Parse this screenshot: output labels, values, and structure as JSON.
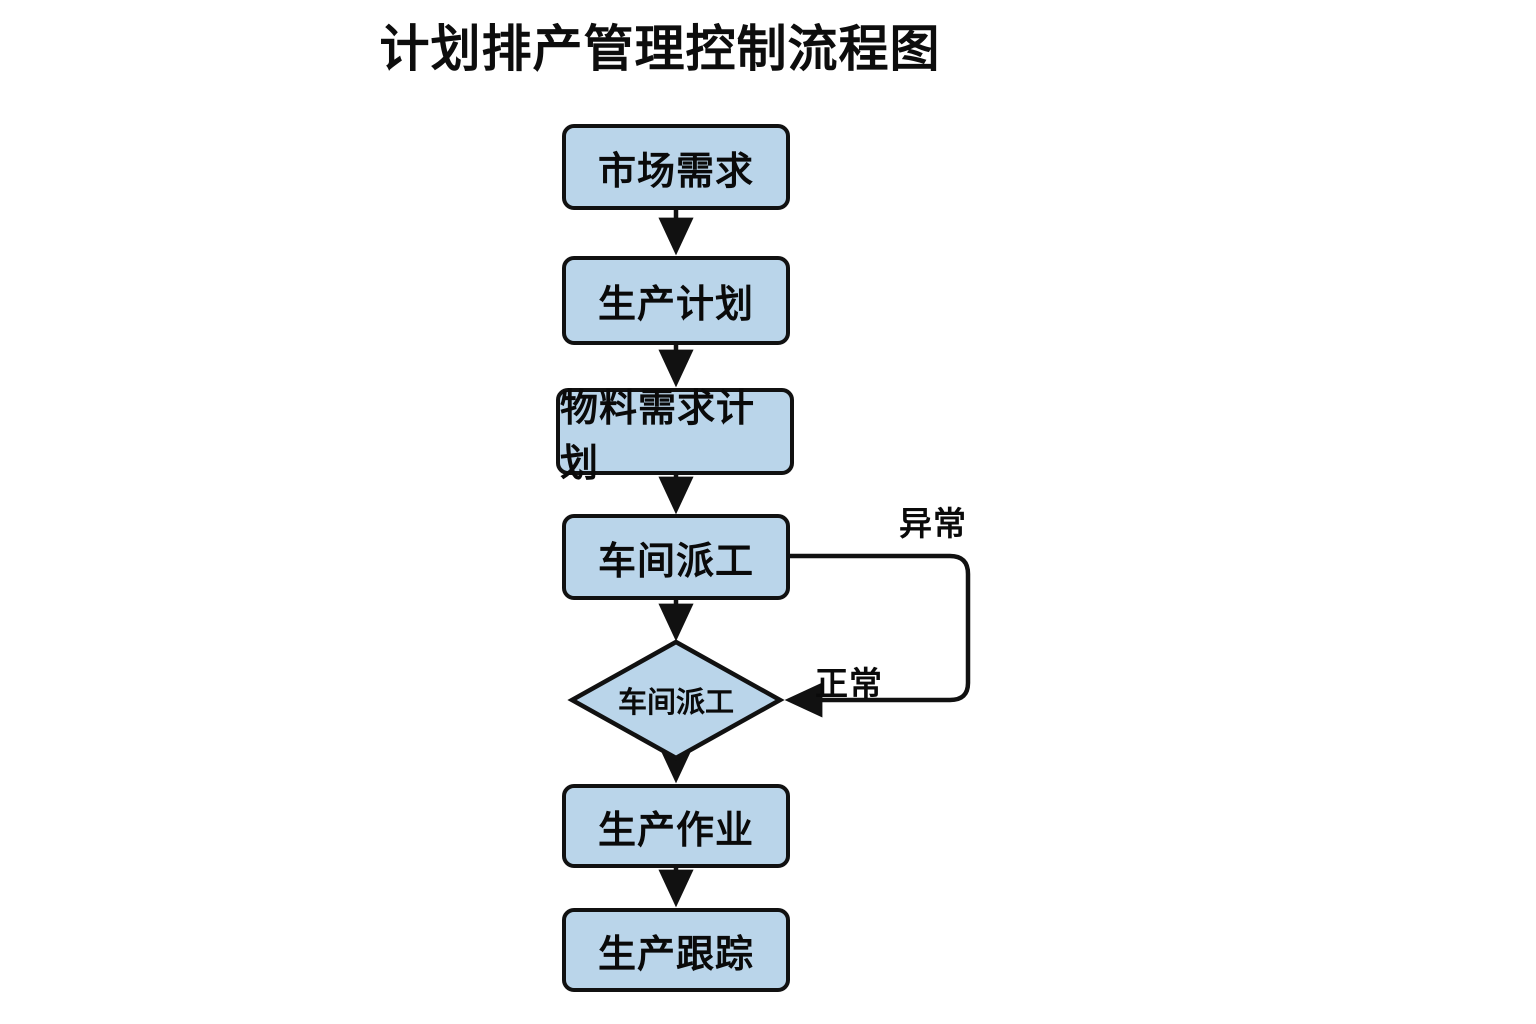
{
  "title": "计划排产管理控制流程图",
  "colors": {
    "node_fill": "#bad5ea",
    "node_stroke": "#111111",
    "text": "#0a0a0a",
    "background": "#ffffff"
  },
  "nodes": [
    {
      "id": "market-demand",
      "label": "市场需求",
      "shape": "process"
    },
    {
      "id": "production-plan",
      "label": "生产计划",
      "shape": "process"
    },
    {
      "id": "material-plan",
      "label": "物料需求计划",
      "shape": "process"
    },
    {
      "id": "workshop-dispatch",
      "label": "车间派工",
      "shape": "process"
    },
    {
      "id": "check-decision",
      "label": "车间派工",
      "shape": "decision"
    },
    {
      "id": "production-work",
      "label": "生产作业",
      "shape": "process"
    },
    {
      "id": "production-track",
      "label": "生产跟踪",
      "shape": "process"
    }
  ],
  "edges": [
    {
      "id": "e1",
      "from": "market-demand",
      "to": "production-plan",
      "label": ""
    },
    {
      "id": "e2",
      "from": "production-plan",
      "to": "material-plan",
      "label": ""
    },
    {
      "id": "e3",
      "from": "material-plan",
      "to": "workshop-dispatch",
      "label": ""
    },
    {
      "id": "e4",
      "from": "workshop-dispatch",
      "to": "check-decision",
      "label": ""
    },
    {
      "id": "e5",
      "from": "workshop-dispatch",
      "to": "check-decision",
      "label": "异常"
    },
    {
      "id": "e6",
      "from": "check-decision",
      "to": "workshop-dispatch",
      "label": "正常"
    },
    {
      "id": "e7",
      "from": "check-decision",
      "to": "production-work",
      "label": ""
    },
    {
      "id": "e8",
      "from": "production-work",
      "to": "production-track",
      "label": ""
    }
  ],
  "labels": {
    "abnormal": "异常",
    "normal": "正常"
  }
}
